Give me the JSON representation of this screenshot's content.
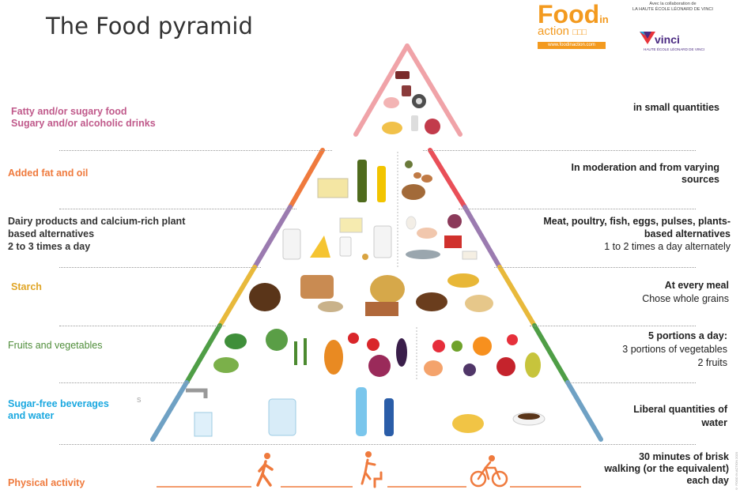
{
  "title": "The Food pyramid",
  "logo": {
    "food": "Food",
    "in": "in",
    "action": "action",
    "url": "www.foodinaction.com",
    "collab_line1": "Avec la collaboration de",
    "collab_line2": "LA HAUTE ÉCOLE LÉONARD DE VINCI",
    "vinci": "vinci",
    "vinci_sub": "HAUTE ÉCOLE LÉONARD DE VINCI"
  },
  "levels": {
    "fatty": {
      "label1": "Fatty and/or sugary food",
      "label2": "Sugary and/or alcoholic drinks",
      "right": "in small quantities",
      "color": "#c05a8b"
    },
    "fat": {
      "label": "Added fat and oil",
      "right1": "In moderation and from varying",
      "right2": "sources",
      "color": "#ef7a3d"
    },
    "dairy": {
      "label1": "Dairy products and calcium-rich plant",
      "label2": "based alternatives",
      "label3": "2 to 3 times a day",
      "right1": "Meat, poultry, fish, eggs, pulses, plants-",
      "right2": "based alternatives",
      "right3": "1 to 2 times a day alternately",
      "color": "#333333"
    },
    "starch": {
      "label": "Starch",
      "right1": "At every meal",
      "right2": "Chose whole grains",
      "color": "#e0a526"
    },
    "fruits": {
      "label": "Fruits and vegetables",
      "right1": "5 portions a day:",
      "right2": "3 portions of vegetables",
      "right3": "2 fruits",
      "color": "#4f8d3a"
    },
    "water": {
      "label1": "Sugar-free beverages",
      "label2": "and water",
      "ghost": "s",
      "right1": "Liberal quantities of",
      "right2": "water",
      "color": "#1aa8e0"
    },
    "activity": {
      "label": "Physical activity",
      "right1": "30 minutes  of brisk",
      "right2": "walking (or the equivalent)",
      "right3": "each day",
      "color": "#ef7a3d"
    }
  },
  "copyright": "© FOOD IN ACTION 2020",
  "icons": [
    "walking-person-icon",
    "stairs-climbing-icon",
    "bicycle-icon"
  ],
  "colors": {
    "orange": "#ef7a3d",
    "pink": "#f0a3a8",
    "purple": "#9b7bb0",
    "yellow": "#e8b93b",
    "green": "#4f9e46",
    "blue": "#6fa1c4",
    "red": "#e94f58"
  }
}
